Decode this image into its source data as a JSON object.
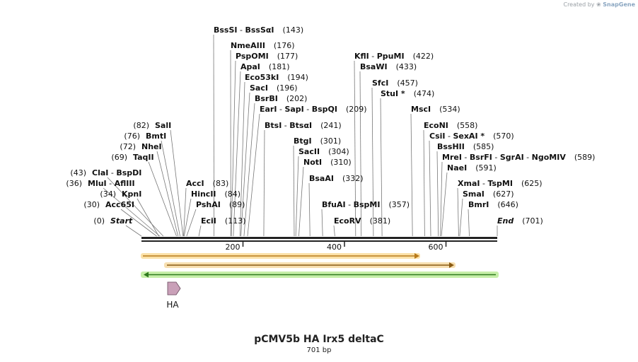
{
  "credit": {
    "prefix": "Created by",
    "brand": "SnapGene"
  },
  "map": {
    "name": "pCMV5b HA Irx5 deltaC",
    "length_label": "701 bp",
    "length": 701
  },
  "ticks": [
    "200",
    "400",
    "600"
  ],
  "sites": [
    {
      "names": [
        "BssSI",
        "BssSαI"
      ],
      "pos": "(143)"
    },
    {
      "names": [
        "NmeAIII"
      ],
      "pos": "(176)"
    },
    {
      "names": [
        "PspOMI"
      ],
      "pos": "(177)"
    },
    {
      "names": [
        "ApaI"
      ],
      "pos": "(181)"
    },
    {
      "names": [
        "Eco53kI"
      ],
      "pos": "(194)"
    },
    {
      "names": [
        "SacI"
      ],
      "pos": "(196)"
    },
    {
      "names": [
        "BsrBI"
      ],
      "pos": "(202)"
    },
    {
      "names": [
        "EarI",
        "SapI",
        "BspQI"
      ],
      "pos": "(209)"
    },
    {
      "names": [
        "BtsI",
        "BtsαI"
      ],
      "pos": "(241)"
    },
    {
      "names": [
        "AccI"
      ],
      "pos": "(83)"
    },
    {
      "names": [
        "HincII"
      ],
      "pos": "(84)"
    },
    {
      "names": [
        "PshAI"
      ],
      "pos": "(89)"
    },
    {
      "names": [
        "EciI"
      ],
      "pos": "(113)"
    },
    {
      "names": [
        "SalI"
      ],
      "pos": "(82)"
    },
    {
      "names": [
        "BmtI"
      ],
      "pos": "(76)"
    },
    {
      "names": [
        "NheI"
      ],
      "pos": "(72)"
    },
    {
      "names": [
        "TaqII"
      ],
      "pos": "(69)"
    },
    {
      "names": [
        "ClaI",
        "BspDI"
      ],
      "pos": "(43)"
    },
    {
      "names": [
        "MluI",
        "AflIII"
      ],
      "pos": "(36)"
    },
    {
      "names": [
        "KpnI"
      ],
      "pos": "(34)"
    },
    {
      "names": [
        "Acc65I"
      ],
      "pos": "(30)"
    },
    {
      "names": [
        "Start"
      ],
      "pos": "(0)"
    },
    {
      "names": [
        "BtgI"
      ],
      "pos": "(301)"
    },
    {
      "names": [
        "SacII"
      ],
      "pos": "(304)"
    },
    {
      "names": [
        "NotI"
      ],
      "pos": "(310)"
    },
    {
      "names": [
        "BsaAI"
      ],
      "pos": "(332)"
    },
    {
      "names": [
        "BfuAI",
        "BspMI"
      ],
      "pos": "(357)"
    },
    {
      "names": [
        "EcoRV"
      ],
      "pos": "(381)"
    },
    {
      "names": [
        "KflI",
        "PpuMI"
      ],
      "pos": "(422)"
    },
    {
      "names": [
        "BsaWI"
      ],
      "pos": "(433)"
    },
    {
      "names": [
        "SfcI"
      ],
      "pos": "(457)"
    },
    {
      "names": [
        "StuI *"
      ],
      "pos": "(474)"
    },
    {
      "names": [
        "MscI"
      ],
      "pos": "(534)"
    },
    {
      "names": [
        "EcoNI"
      ],
      "pos": "(558)"
    },
    {
      "names": [
        "CsiI",
        "SexAI *"
      ],
      "pos": "(570)"
    },
    {
      "names": [
        "BssHII"
      ],
      "pos": "(585)"
    },
    {
      "names": [
        "MreI",
        "BsrFI",
        "SgrAI",
        "NgoMIV"
      ],
      "pos": "(589)"
    },
    {
      "names": [
        "NaeI"
      ],
      "pos": "(591)"
    },
    {
      "names": [
        "XmaI",
        "TspMI"
      ],
      "pos": "(625)"
    },
    {
      "names": [
        "SmaI"
      ],
      "pos": "(627)"
    },
    {
      "names": [
        "BmrI"
      ],
      "pos": "(646)"
    },
    {
      "names": [
        "End"
      ],
      "pos": "(701)"
    }
  ],
  "features": [
    {
      "name": "HA",
      "color": "#c9a0b8"
    }
  ],
  "tracks": [
    {
      "color": "#f0a64a",
      "glow": "#fbe1a8"
    },
    {
      "color": "#d69a3a",
      "glow": "#f7dfb0"
    },
    {
      "color": "#4aa832",
      "glow": "#c6efa8"
    }
  ]
}
